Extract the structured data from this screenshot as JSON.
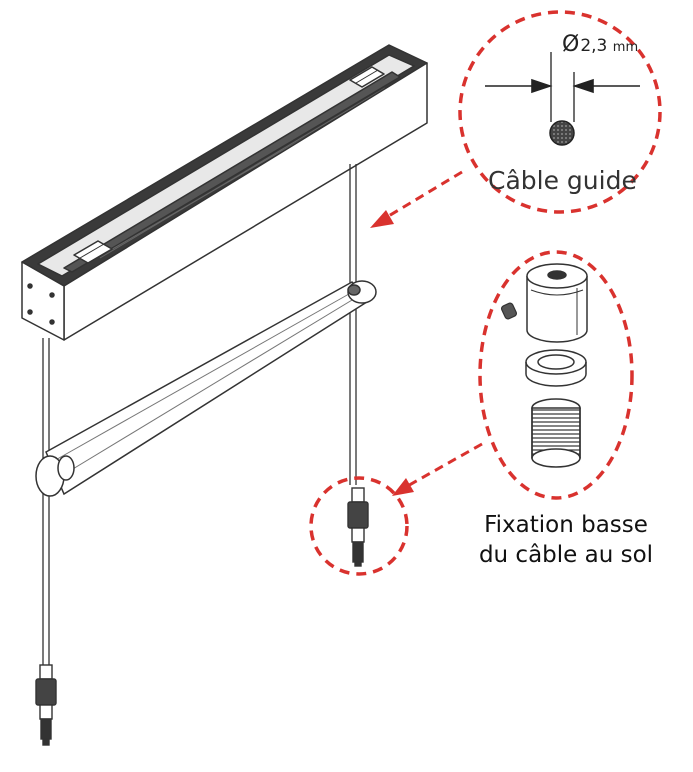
{
  "callouts": {
    "cable_guide": {
      "diameter_symbol": "Ø",
      "diameter_value": "2,3",
      "diameter_unit": "mm",
      "label": "Câble guide"
    },
    "floor_fixation": {
      "label_line1": "Fixation basse",
      "label_line2": "du câble au sol"
    }
  },
  "colors": {
    "callout_red": "#d9322e",
    "line_dark": "#333333",
    "fill_dark": "#4a4a4a"
  }
}
